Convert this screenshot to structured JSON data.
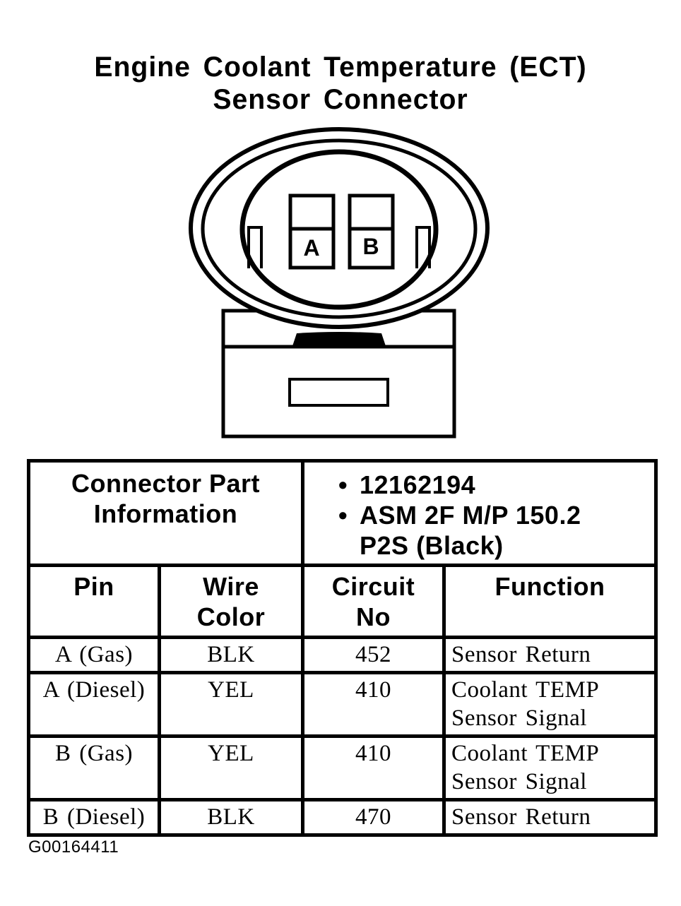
{
  "diagram": {
    "title_line1": "Engine Coolant Temperature (ECT)",
    "title_line2": "Sensor Connector",
    "pin_labels": [
      "A",
      "B"
    ],
    "figure_id": "G00164411"
  },
  "connector_info": {
    "label_line1": "Connector Part",
    "label_line2": "Information",
    "items": [
      {
        "bullet": "•",
        "line1": "12162194",
        "line2": ""
      },
      {
        "bullet": "•",
        "line1": "ASM 2F M/P 150.2",
        "line2": "P2S (Black)"
      }
    ]
  },
  "pin_table": {
    "headers": [
      {
        "line1": "Pin",
        "line2": ""
      },
      {
        "line1": "Wire",
        "line2": "Color"
      },
      {
        "line1": "Circuit",
        "line2": "No"
      },
      {
        "line1": "Function",
        "line2": ""
      }
    ],
    "rows": [
      {
        "pin": "A (Gas)",
        "wire_color": "BLK",
        "circuit": "452",
        "function_line1": "Sensor Return",
        "function_line2": ""
      },
      {
        "pin": "A (Diesel)",
        "wire_color": "YEL",
        "circuit": "410",
        "function_line1": "Coolant TEMP",
        "function_line2": "Sensor Signal"
      },
      {
        "pin": "B (Gas)",
        "wire_color": "YEL",
        "circuit": "410",
        "function_line1": "Coolant TEMP",
        "function_line2": "Sensor Signal"
      },
      {
        "pin": "B (Diesel)",
        "wire_color": "BLK",
        "circuit": "470",
        "function_line1": "Sensor Return",
        "function_line2": ""
      }
    ]
  }
}
